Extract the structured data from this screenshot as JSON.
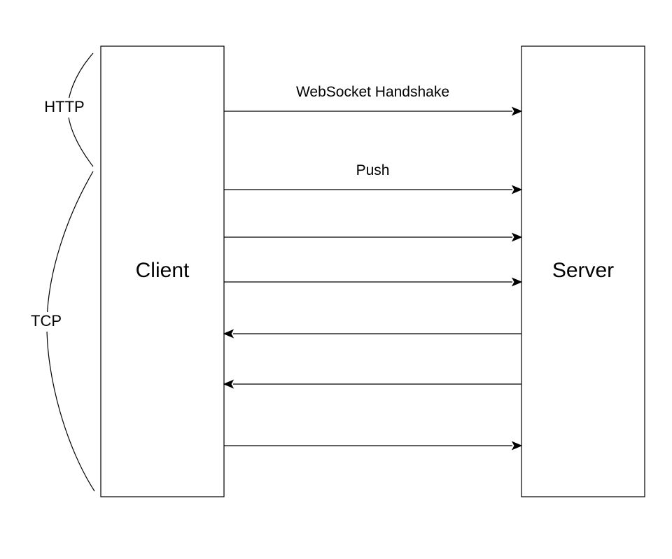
{
  "participants": {
    "client": {
      "label": "Client"
    },
    "server": {
      "label": "Server"
    }
  },
  "layers": {
    "http": {
      "label": "HTTP"
    },
    "tcp": {
      "label": "TCP"
    }
  },
  "messages": [
    {
      "label": "WebSocket Handshake",
      "direction": "client-to-server"
    },
    {
      "label": "Push",
      "direction": "client-to-server"
    },
    {
      "label": "",
      "direction": "client-to-server"
    },
    {
      "label": "",
      "direction": "client-to-server"
    },
    {
      "label": "",
      "direction": "server-to-client"
    },
    {
      "label": "",
      "direction": "server-to-client"
    },
    {
      "label": "",
      "direction": "client-to-server"
    }
  ]
}
